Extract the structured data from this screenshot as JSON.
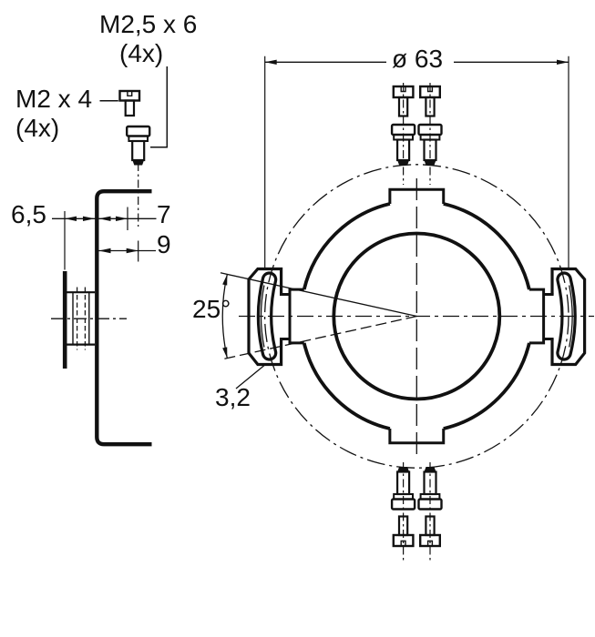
{
  "page": {
    "background": "#ffffff",
    "line_color": "#111111",
    "description": "Technical dimension drawing of a mounting adapter ring with bracket, side view and front view"
  },
  "side_view": {
    "labels": {
      "screw_large": "M2,5 x 6",
      "screw_large_qty": "(4x)",
      "screw_small": "M2 x 4",
      "screw_small_qty": "(4x)"
    },
    "dimensions": {
      "flange_offset": "6,5",
      "hole_offset": "7",
      "screw_offset": "9"
    }
  },
  "front_view": {
    "dimensions": {
      "diameter": "ø 63",
      "slot_angle": "25°",
      "slot_width": "3,2"
    }
  }
}
